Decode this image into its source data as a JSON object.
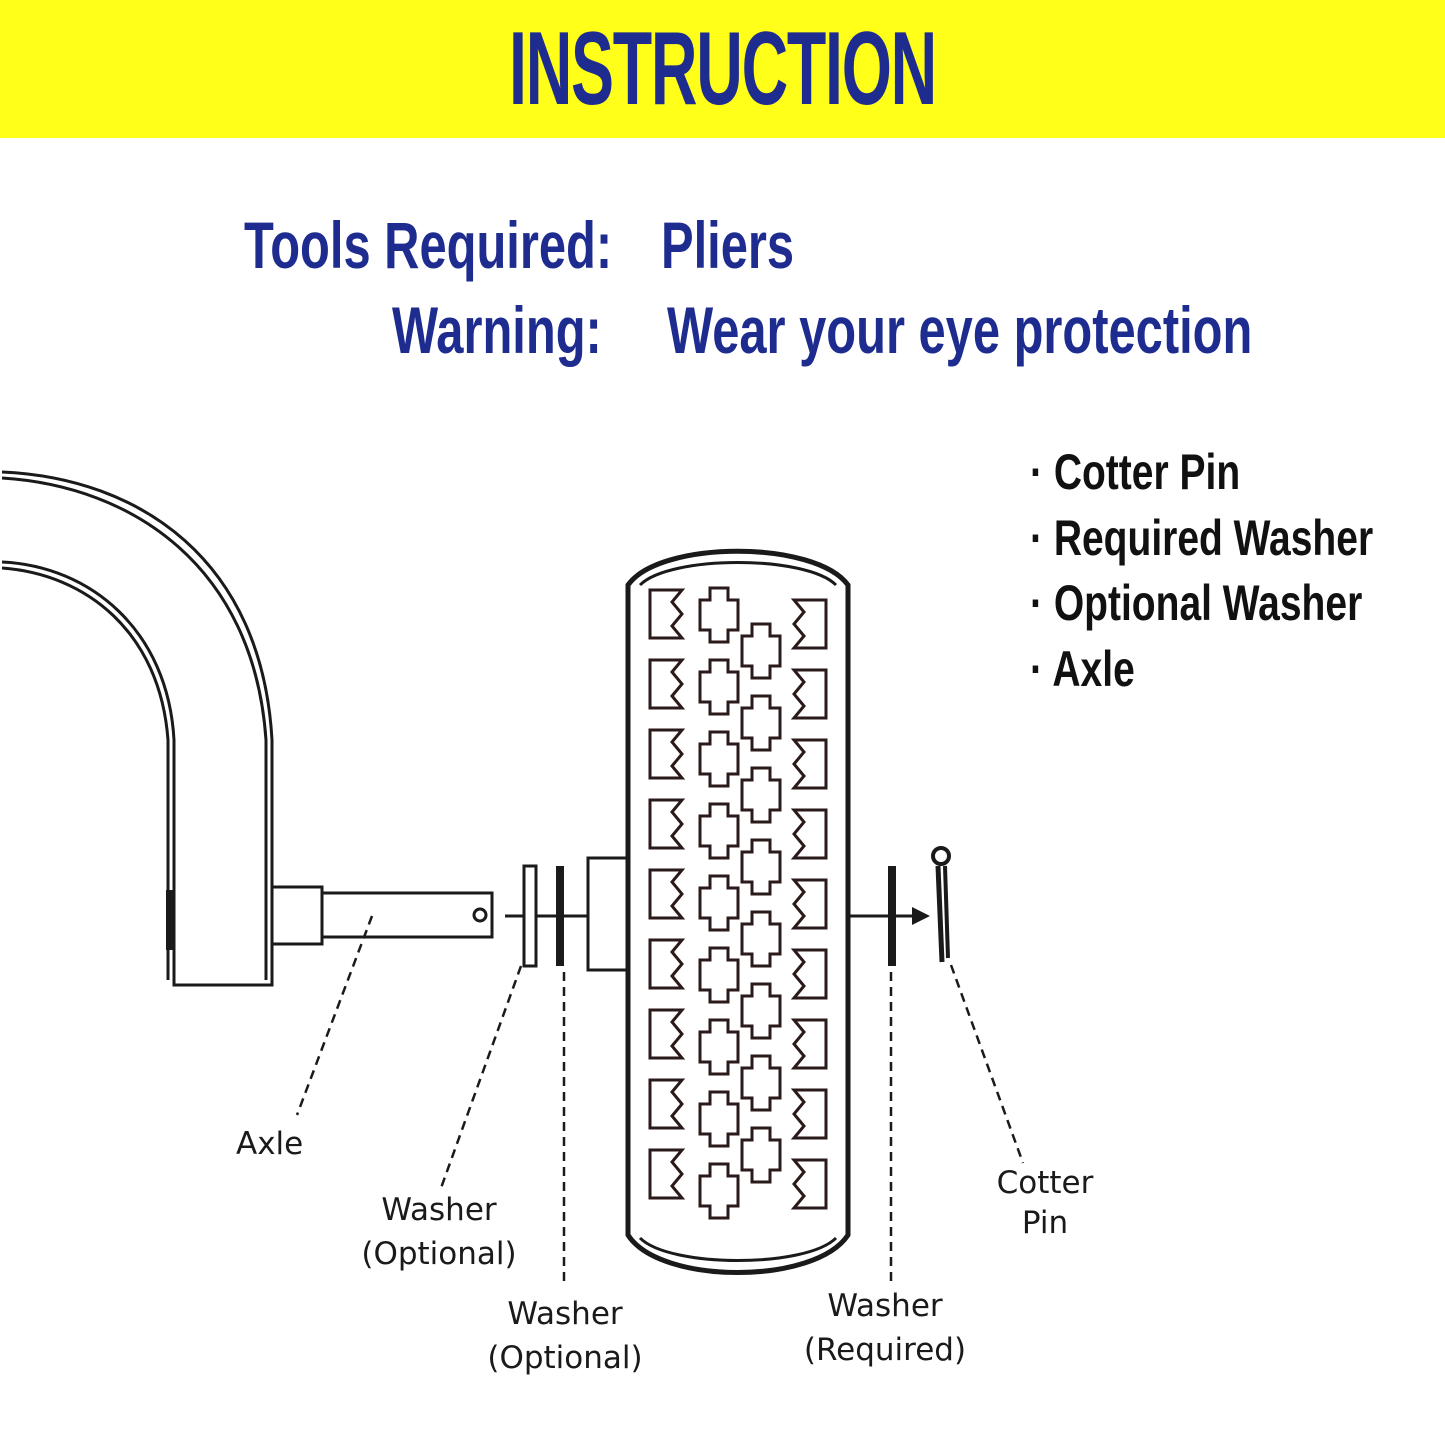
{
  "banner": {
    "title": "INSTRUCTION",
    "background": "#ffff1a",
    "text_color": "#1e2c8f"
  },
  "info": {
    "tools_label": "Tools Required:",
    "tools_value": "Pliers",
    "warning_label": "Warning:",
    "warning_value": "Wear your eye protection"
  },
  "parts_list": [
    "· Cotter Pin",
    "· Required Washer",
    "· Optional Washer",
    "· Axle"
  ],
  "callouts": {
    "axle": "Axle",
    "washer_optional_1_line1": "Washer",
    "washer_optional_1_line2": "(Optional)",
    "washer_optional_2_line1": "Washer",
    "washer_optional_2_line2": "(Optional)",
    "washer_required_line1": "Washer",
    "washer_required_line2": "(Required)",
    "cotter_pin_line1": "Cotter",
    "cotter_pin_line2": "Pin"
  },
  "icons": {
    "frame": "frame-tube-icon",
    "axle": "axle-icon",
    "wheel": "tire-icon",
    "washer": "washer-icon",
    "cotter_pin": "cotter-pin-icon",
    "arrow": "arrow-right-icon"
  }
}
